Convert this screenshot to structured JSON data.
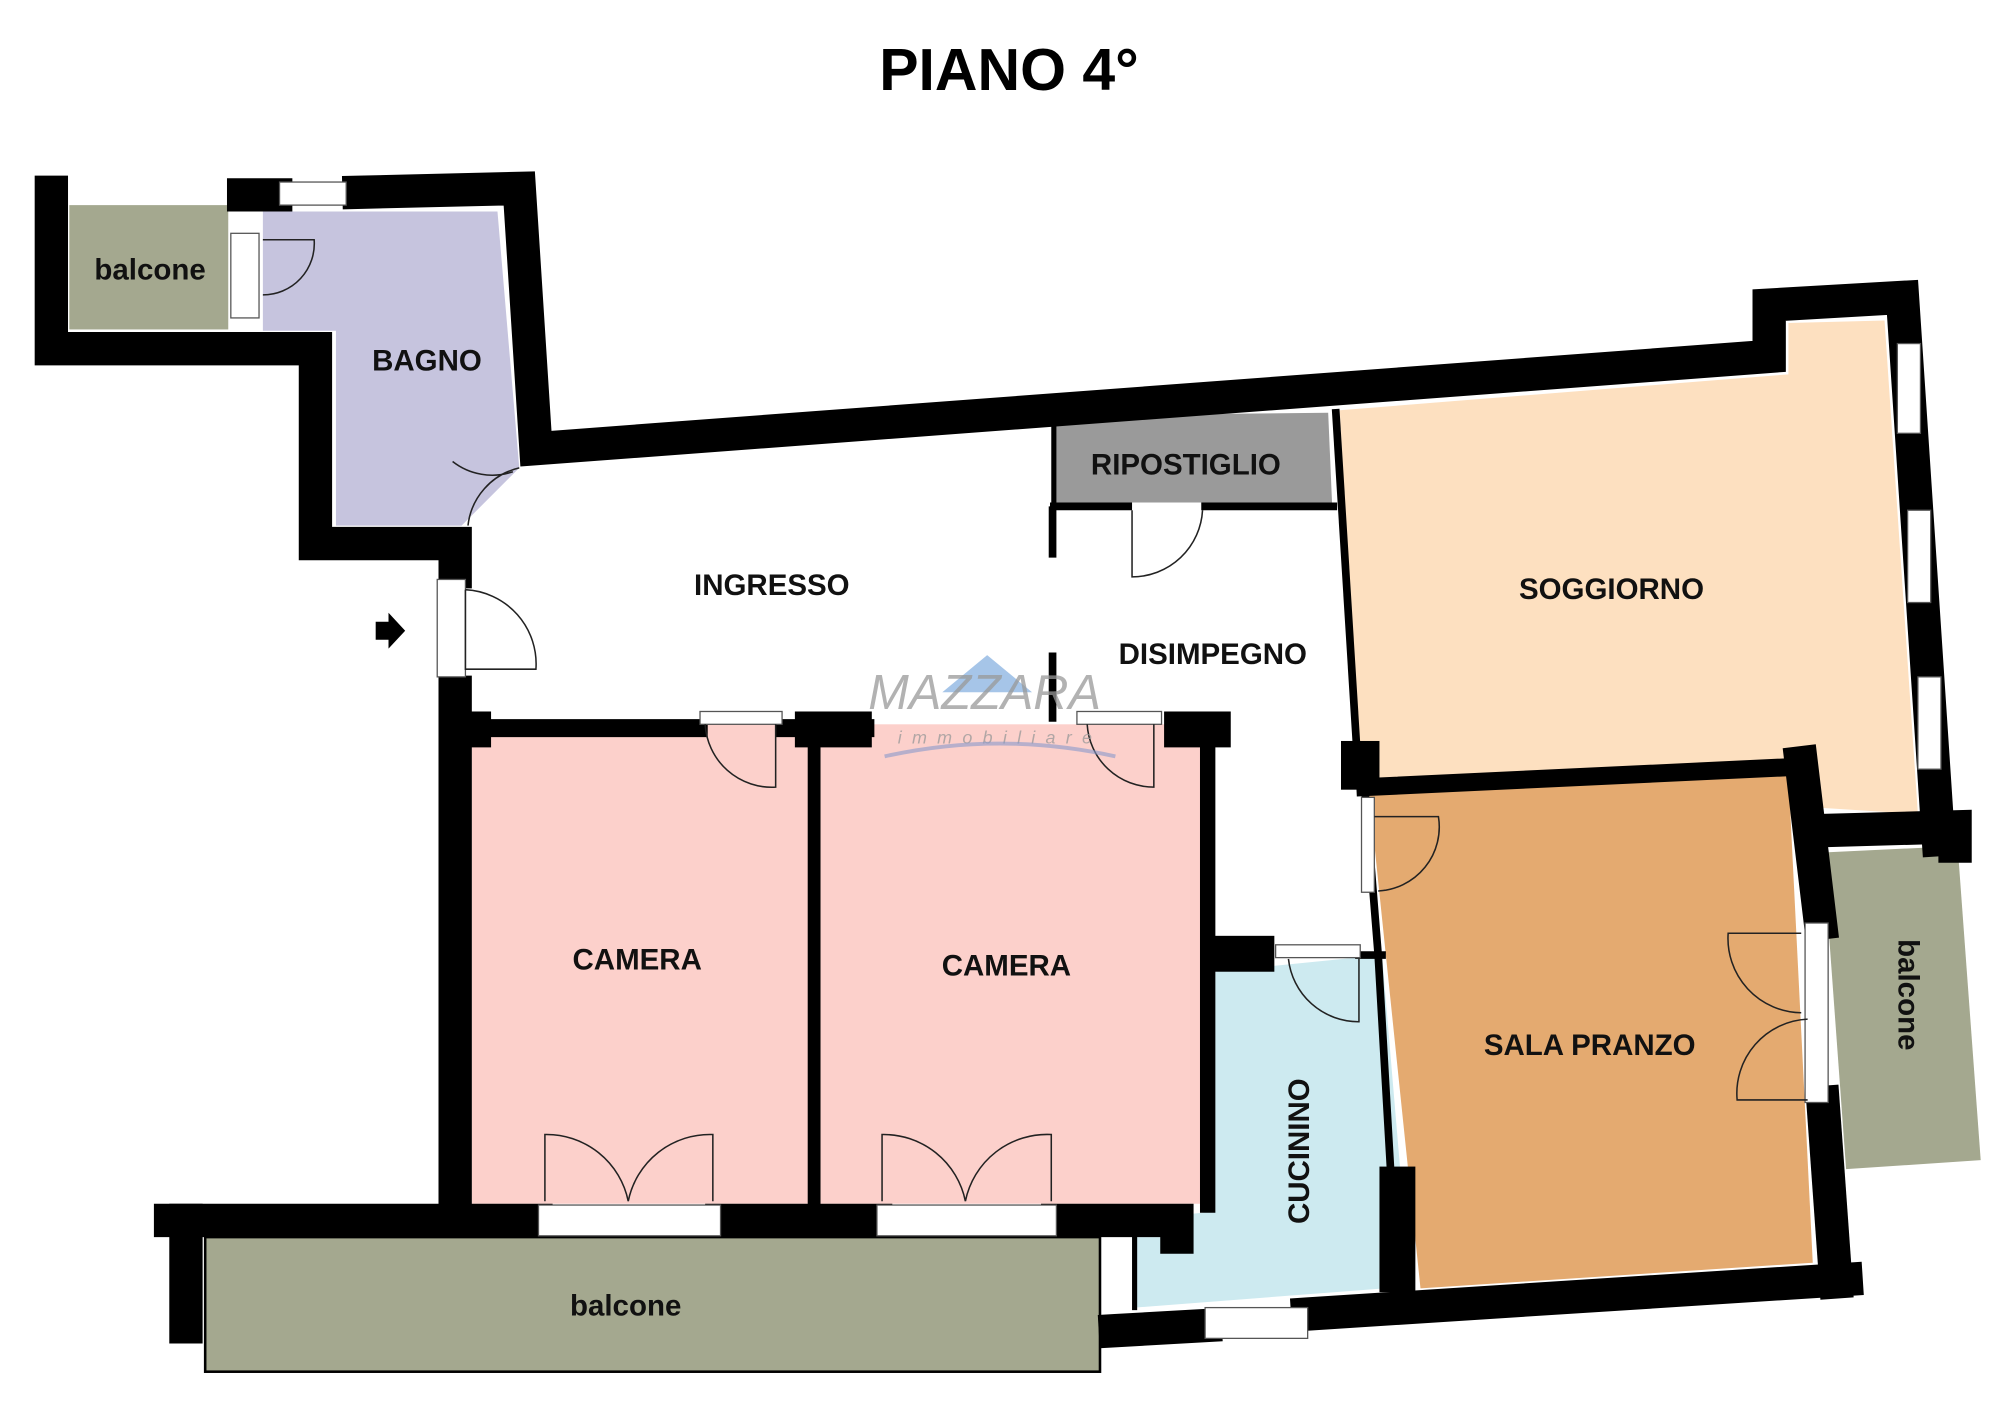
{
  "title": "PIANO 4°",
  "rooms": {
    "balcone_left": "balcone",
    "bagno": "BAGNO",
    "ripostiglio": "RIPOSTIGLIO",
    "ingresso": "INGRESSO",
    "disimpegno": "DISIMPEGNO",
    "soggiorno": "SOGGIORNO",
    "camera1": "CAMERA",
    "camera2": "CAMERA",
    "cucinino": "CUCININO",
    "sala_pranzo": "SALA PRANZO",
    "balcone_right": "balcone",
    "balcone_bottom": "balcone"
  },
  "watermark": {
    "brand": "MAZZARA",
    "sub": "immobiliare"
  },
  "colors": {
    "balcone": "#a4a88f",
    "bagno": "#c6c4de",
    "ripostiglio": "#9a9a9a",
    "soggiorno": "#fde0c0",
    "camera": "#fcd0cb",
    "cucinino": "#cdeaf0",
    "sala_pranzo": "#e4aa70"
  },
  "icons": {
    "entrance": "arrow-right-icon"
  }
}
